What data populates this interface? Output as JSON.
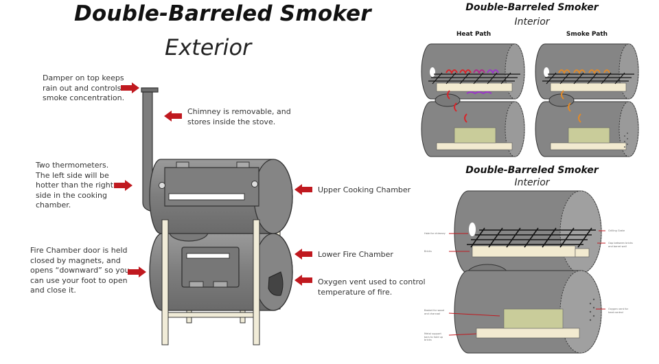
{
  "exterior": {
    "title": "Double-Barreled Smoker",
    "subtitle": "Exterior",
    "callouts": {
      "damper": [
        "Damper on top keeps",
        "rain out and controls",
        "smoke concentration."
      ],
      "chimney": [
        "Chimney is removable, and",
        "stores inside the stove."
      ],
      "thermometers": [
        "Two thermometers.",
        "The left side will be",
        "hotter than the right",
        "side in the cooking",
        "chamber."
      ],
      "upper_chamber": [
        "Upper Cooking Chamber"
      ],
      "fire_door": [
        "Fire Chamber door is held",
        "closed by magnets, and",
        "opens “downward” so you",
        "can use your foot to open",
        "and close it."
      ],
      "lower_chamber": [
        "Lower Fire Chamber"
      ],
      "oxygen_vent": [
        "Oxygen vent used to control",
        "temperature of fire."
      ]
    }
  },
  "interior_top": {
    "title": "Double-Barreled Smoker",
    "subtitle": "Interior",
    "labels": {
      "heat_path": "Heat Path",
      "smoke_path": "Smoke Path"
    }
  },
  "interior_bottom": {
    "title": "Double-Barreled Smoker",
    "subtitle": "Interior",
    "labels": {
      "hole_chimney": "Hole for chimney",
      "bricks": "Bricks",
      "basket": [
        "Basket for wood",
        "and charcoal"
      ],
      "metal_support": [
        "Metal support",
        "bars to hold up",
        "bricks"
      ],
      "grilling_grate": "Grilling Grate",
      "gap": [
        "Gap between bricks",
        "and barrel wall"
      ],
      "oxygen_vent": [
        "Oxygen vent for",
        "heat control"
      ]
    }
  },
  "colors": {
    "barrel": "#808080",
    "barrel_dark": "#6e6e6e",
    "arrow": "#c0191f",
    "heat_red": "#d8252a",
    "heat_purple": "#9b37c8",
    "smoke_orange": "#e08a2a",
    "brick": "#f2ead0",
    "basket": "#c9cc9a"
  }
}
